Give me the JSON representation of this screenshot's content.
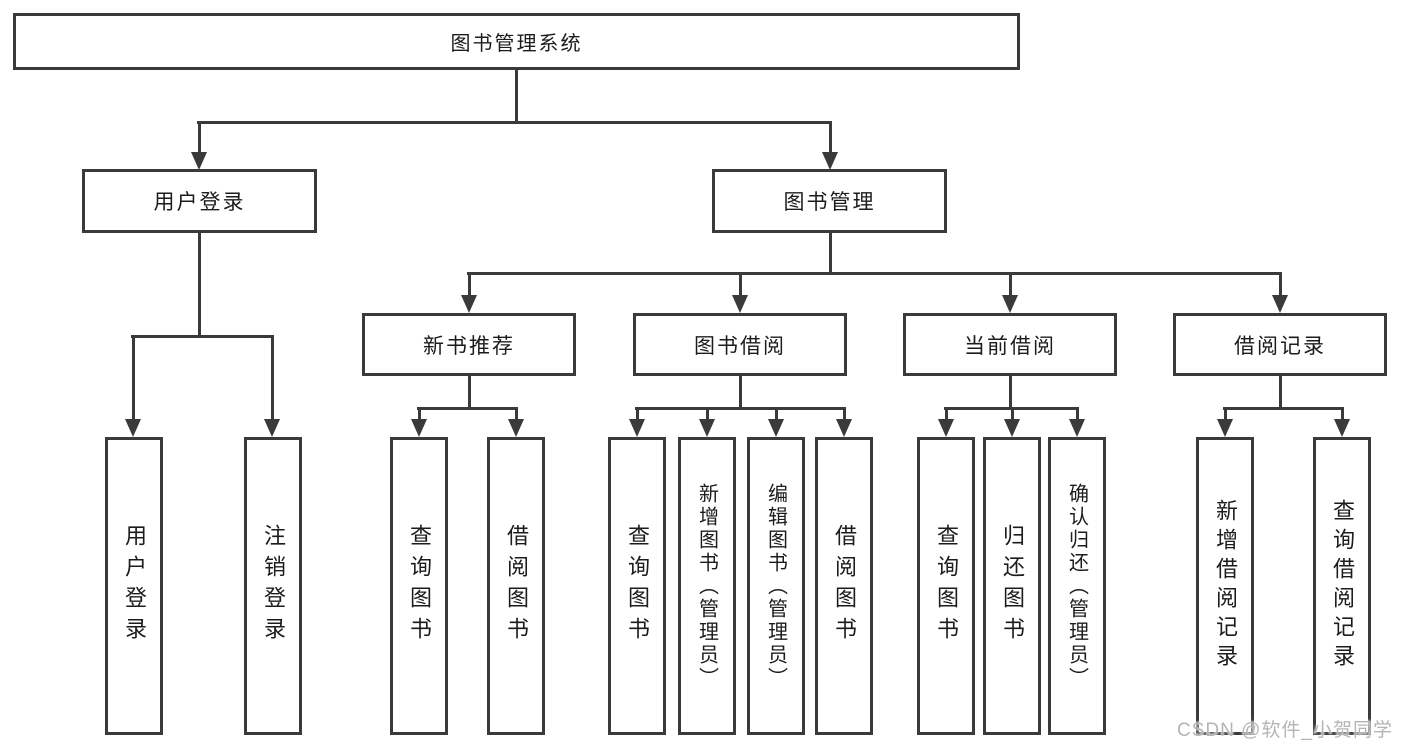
{
  "tree": {
    "root": {
      "label": "图书管理系统"
    },
    "branches": [
      {
        "label": "用户登录",
        "children": [
          {
            "label": "用户登录"
          },
          {
            "label": "注销登录"
          }
        ]
      },
      {
        "label": "图书管理",
        "children": [
          {
            "label": "新书推荐",
            "children": [
              {
                "label": "查询图书"
              },
              {
                "label": "借阅图书"
              }
            ]
          },
          {
            "label": "图书借阅",
            "children": [
              {
                "label": "查询图书"
              },
              {
                "label": "新增图书（管理员）"
              },
              {
                "label": "编辑图书（管理员）"
              },
              {
                "label": "借阅图书"
              }
            ]
          },
          {
            "label": "当前借阅",
            "children": [
              {
                "label": "查询图书"
              },
              {
                "label": "归还图书"
              },
              {
                "label": "确认归还（管理员）"
              }
            ]
          },
          {
            "label": "借阅记录",
            "children": [
              {
                "label": "新增借阅记录"
              },
              {
                "label": "查询借阅记录"
              }
            ]
          }
        ]
      }
    ]
  },
  "watermark": {
    "text": "CSDN @软件_小贺同学"
  },
  "colors": {
    "line": "#3a3a3a",
    "text": "#1c1c1c",
    "background": "#ffffff",
    "watermark": "#b5b5b5"
  }
}
